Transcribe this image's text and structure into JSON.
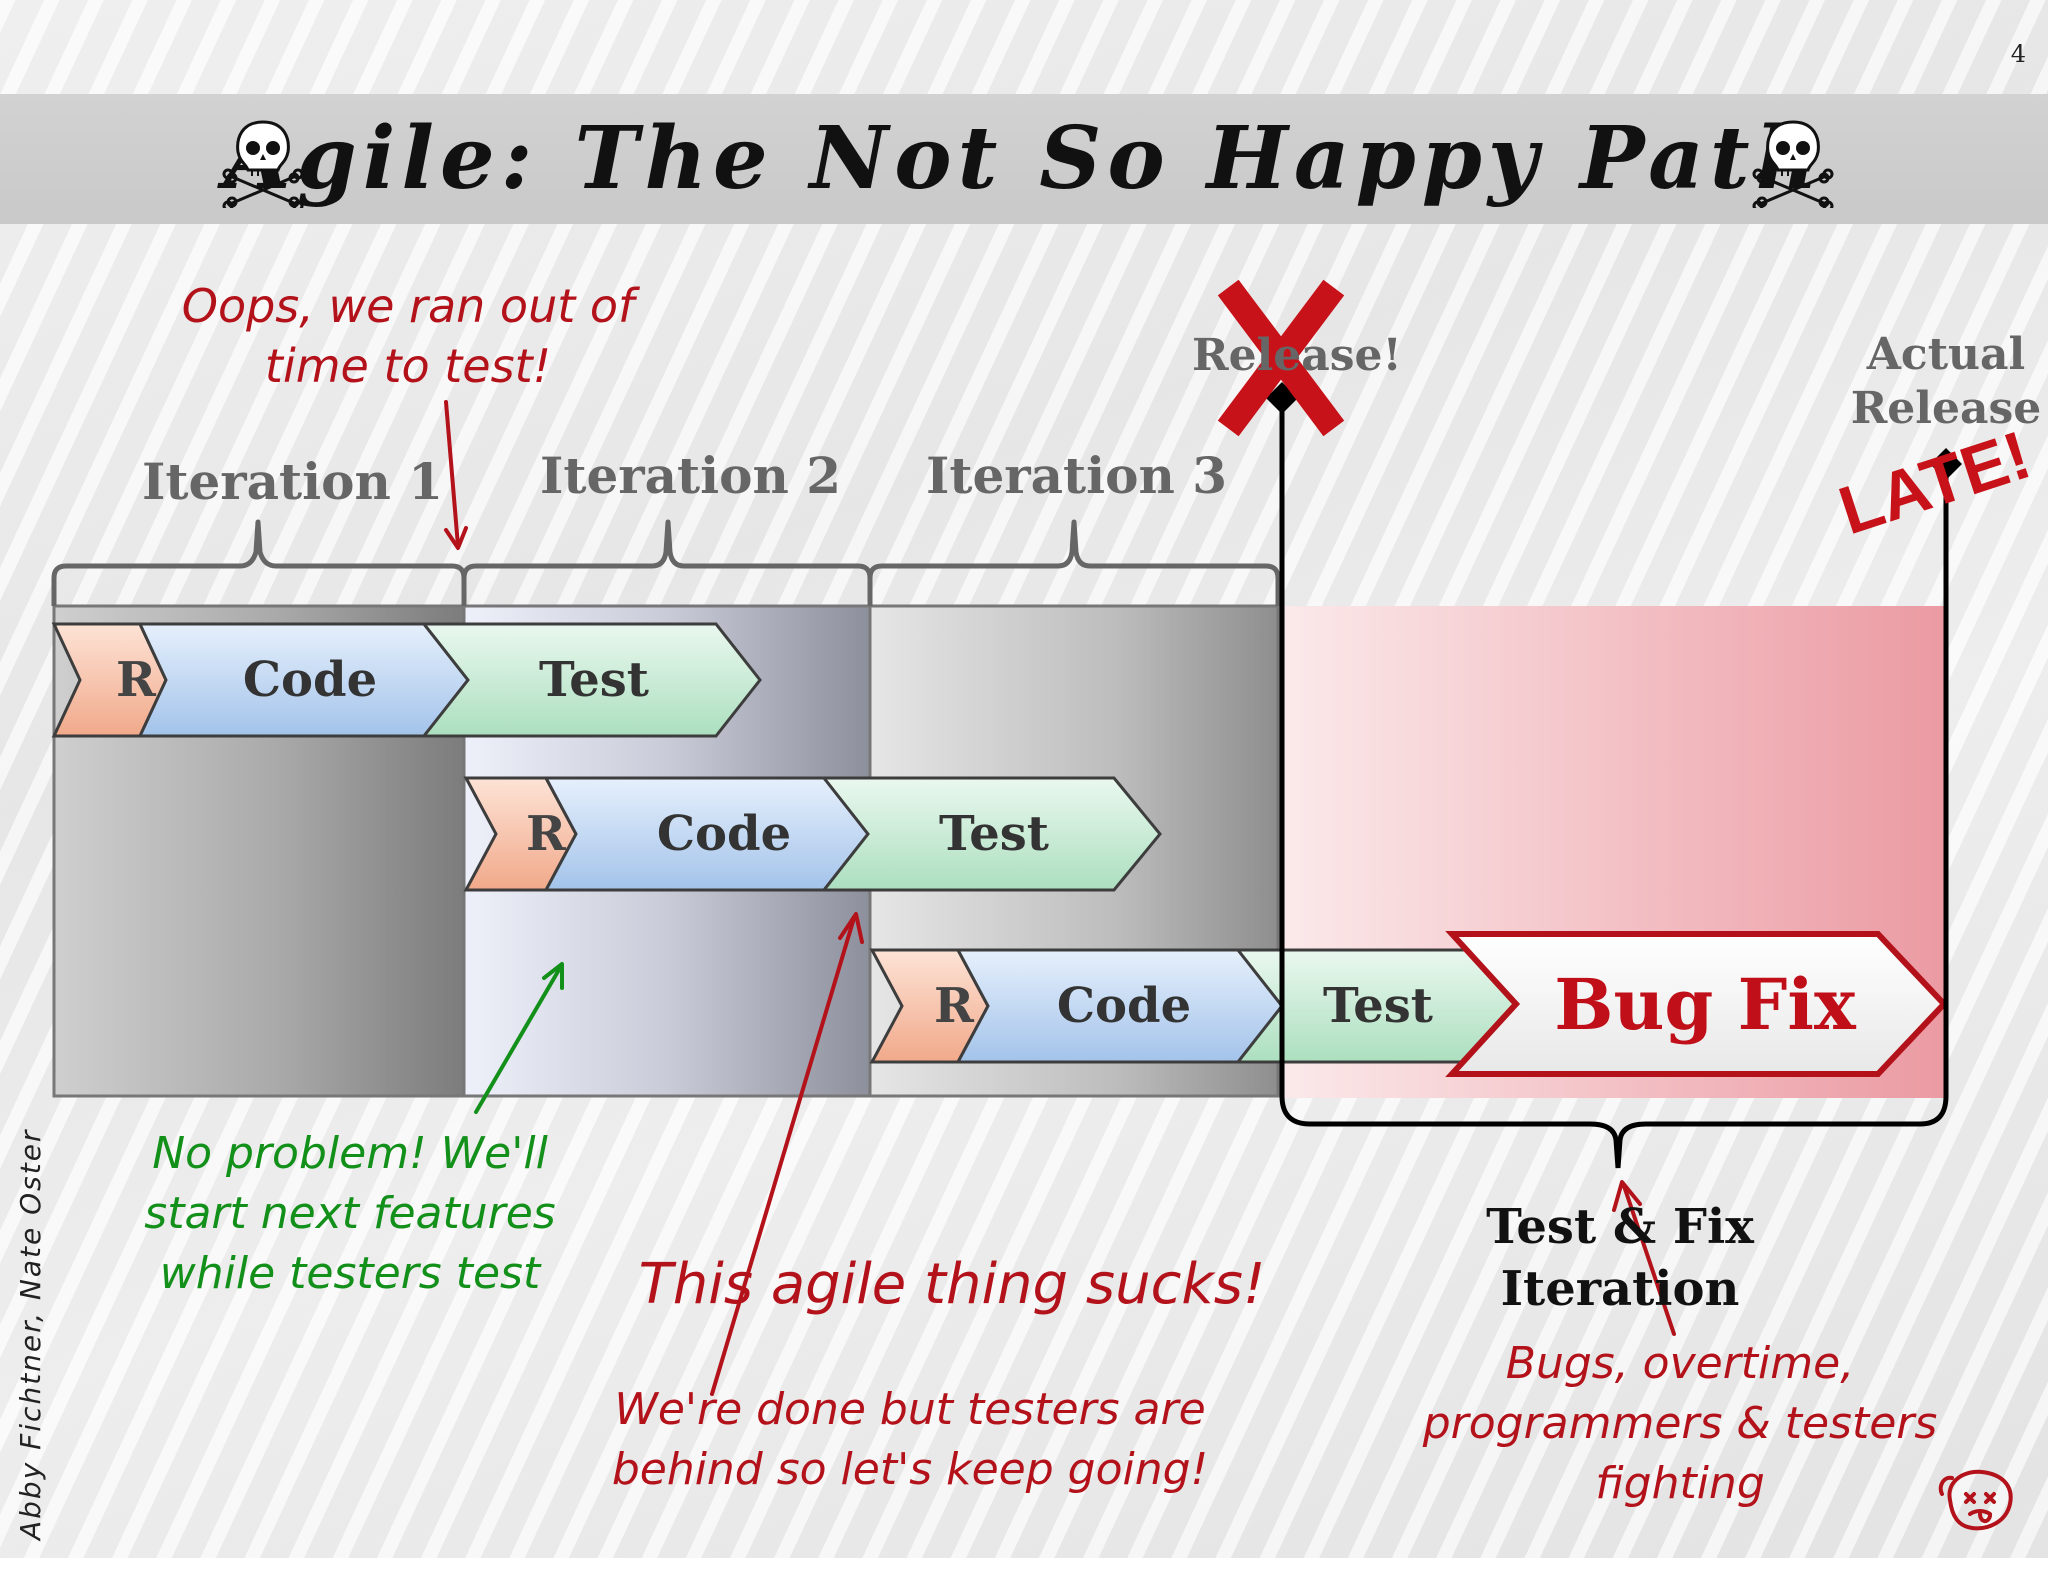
{
  "page_number": "4",
  "title": "Agile: The Not So Happy Path",
  "iterations": [
    "Iteration 1",
    "Iteration 2",
    "Iteration 3"
  ],
  "rows": [
    {
      "stages": [
        "R",
        "Code",
        "Test"
      ]
    },
    {
      "stages": [
        "R",
        "Code",
        "Test"
      ]
    },
    {
      "stages": [
        "R",
        "Code",
        "Test",
        "Bug Fix"
      ]
    }
  ],
  "milestones": {
    "planned_release": "Release!",
    "actual_release_line1": "Actual",
    "actual_release_line2": "Release",
    "late_stamp": "LATE!",
    "cancel_mark": "X"
  },
  "test_fix": {
    "line1": "Test & Fix",
    "line2": "Iteration"
  },
  "notes": {
    "oops_line1": "Oops, we ran out of",
    "oops_line2": "time to test!",
    "no_problem_line1": "No problem! We'll",
    "no_problem_line2": "start next features",
    "no_problem_line3": "while testers test",
    "sucks": "This agile thing sucks!",
    "done_line1": "We're done but testers are",
    "done_line2": "behind so let's keep going!",
    "bugs_line1": "Bugs, overtime,",
    "bugs_line2": "programmers & testers",
    "bugs_line3": "fighting"
  },
  "credit": "Abby Fichtner, Nate Oster",
  "colors": {
    "accent_red": "#b3121a",
    "note_green": "#12901a",
    "code_blue": "#a9c8ee",
    "test_green": "#b7e6c8",
    "review_orange": "#f3b79a",
    "late_zone": "#ee9aa2"
  },
  "icons": [
    "skull-crossbones-icon",
    "dizzy-face-icon"
  ]
}
